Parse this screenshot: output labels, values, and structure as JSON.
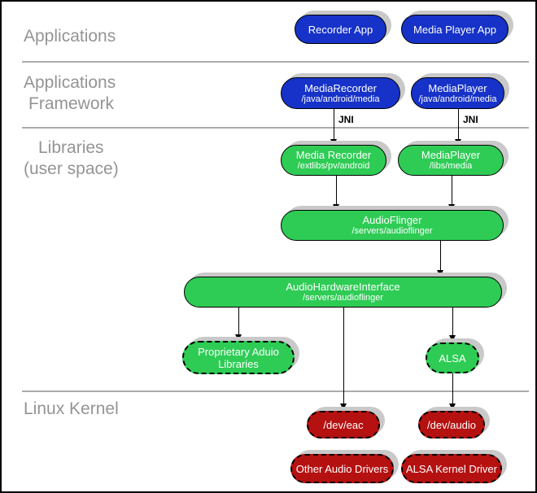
{
  "diagram": {
    "sections": {
      "applications": "Applications",
      "framework_line1": "Applications",
      "framework_line2": "Framework",
      "libraries_line1": "Libraries",
      "libraries_line2": "(user space)",
      "kernel": "Linux Kernel"
    },
    "edge_labels": {
      "jni_left": "JNI",
      "jni_right": "JNI"
    },
    "nodes": {
      "recorder_app": {
        "title": "Recorder App"
      },
      "media_player_app": {
        "title": "Media Player App"
      },
      "media_recorder_fw": {
        "title": "MediaRecorder",
        "path": "/java/android/media"
      },
      "media_player_fw": {
        "title": "MediaPlayer",
        "path": "/java/android/media"
      },
      "media_recorder_lib": {
        "title": "Media Recorder",
        "path": "/extlibs/pv/android"
      },
      "media_player_lib": {
        "title": "MediaPlayer",
        "path": "/libs/media"
      },
      "audio_flinger": {
        "title": "AudioFlinger",
        "path": "/servers/audioflinger"
      },
      "audio_hardware_interface": {
        "title": "AudioHardwareInterface",
        "path": "/servers/audioflinger"
      },
      "proprietary_audio_libraries": {
        "line1": "Proprietary Aduio",
        "line2": "Libraries"
      },
      "alsa": {
        "title": "ALSA"
      },
      "dev_eac": {
        "title": "/dev/eac"
      },
      "dev_audio": {
        "title": "/dev/audio"
      },
      "other_audio_drivers": {
        "title": "Other Audio Drivers"
      },
      "alsa_kernel_driver": {
        "title": "ALSA Kernel Driver"
      }
    },
    "colors": {
      "app_blue": "#1632c8",
      "lib_green": "#2ecc55",
      "kernel_red": "#b51111",
      "label_gray": "#949494",
      "separator_gray": "#ababab",
      "shadow_gray": "#c9c9c9"
    }
  }
}
